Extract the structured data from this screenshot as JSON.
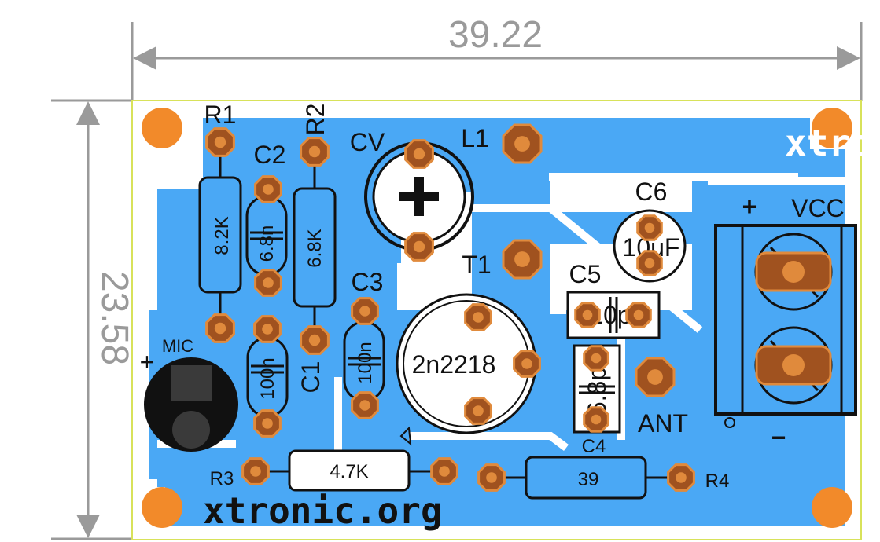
{
  "dimensions": {
    "width": "39.22",
    "height": "23.58"
  },
  "components": {
    "r1": {
      "ref": "R1",
      "value": "8.2K"
    },
    "r2": {
      "ref": "R2",
      "value": "6.8K"
    },
    "r3": {
      "ref": "R3",
      "value": "4.7K"
    },
    "r4": {
      "ref": "R4",
      "value": "39"
    },
    "c1": {
      "ref": "C1",
      "value": "100n"
    },
    "c2": {
      "ref": "C2",
      "value": "6.8n"
    },
    "c3": {
      "ref": "C3",
      "value": "100n"
    },
    "c4": {
      "ref": "C4",
      "value": "6.8p"
    },
    "c5": {
      "ref": "C5",
      "value": "10p"
    },
    "c6": {
      "ref": "C6",
      "value": "10uF"
    },
    "cv": {
      "ref": "CV",
      "symbol": "+"
    },
    "l1": {
      "ref": "L1"
    },
    "t1": {
      "ref": "T1",
      "value": "2n2218"
    },
    "mic": {
      "ref": "MIC",
      "symbol": "+"
    },
    "ant": {
      "ref": "ANT"
    },
    "vcc": {
      "label": "VCC",
      "plus": "+",
      "minus": "−"
    }
  },
  "branding": {
    "text": "xtronic.org",
    "mirrored_text": "xtronic.org"
  },
  "colors": {
    "copper_fill": "#4aa8f5",
    "board_edge": "#d8e25a",
    "pad": "#a0521f",
    "pad_ring": "#e08a3c",
    "mount_hole": "#f28a2a",
    "silkscreen": "#111111",
    "dimension": "#9a9a9a"
  }
}
